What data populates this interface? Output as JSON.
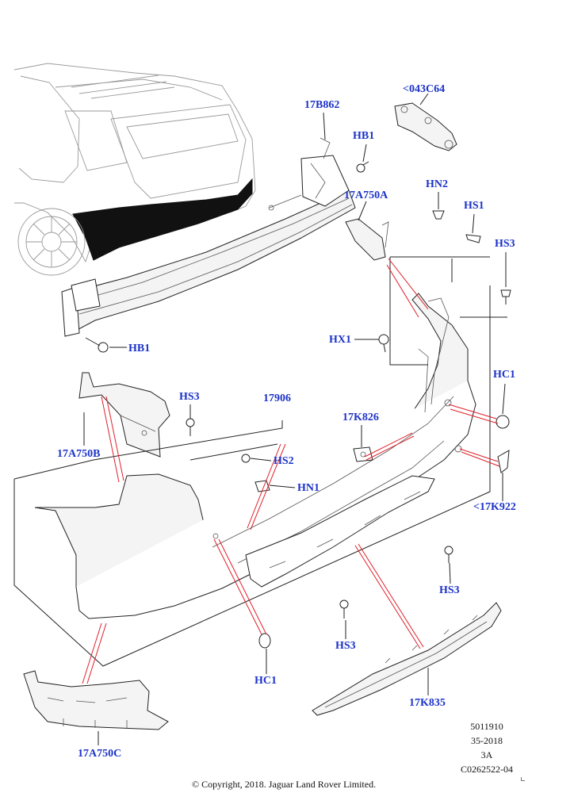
{
  "callouts": {
    "c043c64": "<043C64",
    "c17b862": "17B862",
    "hb1_top": "HB1",
    "c17a750a": "17A750A",
    "hn2": "HN2",
    "hs1": "HS1",
    "hs3_right": "HS3",
    "hb1_left": "HB1",
    "hx1": "HX1",
    "hc1_right": "HC1",
    "hs3_upper": "HS3",
    "c17906": "17906",
    "c17k826": "17K826",
    "c17a750b": "17A750B",
    "hs2": "HS2",
    "hn1": "HN1",
    "c17k922": "<17K922",
    "hs3_lower_right": "HS3",
    "hs3_bottom": "HS3",
    "hc1_bottom": "HC1",
    "c17k835": "17K835",
    "c17a750c": "17A750C"
  },
  "meta": {
    "drawing_number": "5011910",
    "date": "35-2018",
    "revision": "3A",
    "image_code": "C0262522-04"
  },
  "copyright": "© Copyright, 2018. Jaguar Land Rover Limited.",
  "colors": {
    "callout_text": "#1d33c8",
    "leader_red": "#e0202a",
    "line_dark": "#222222"
  }
}
